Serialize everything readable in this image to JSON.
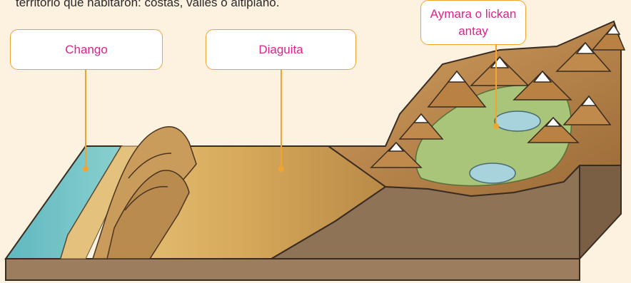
{
  "intro_text": "territorio que habitaron: costas, valles o altiplano.",
  "labels": {
    "chango": "Chango",
    "diaguita": "Diaguita",
    "aymara": "Aymara o lickan antay"
  },
  "colors": {
    "label_text": "#e0218a",
    "label_border": "#f0a531",
    "connector": "#f0a531",
    "sea": "#6cc3c6",
    "valley": "#d8ad5c",
    "earth": "#8f7356",
    "altiplano_grass": "#a8c57a",
    "lake": "#a7d3dc",
    "snow": "#ffffff"
  }
}
